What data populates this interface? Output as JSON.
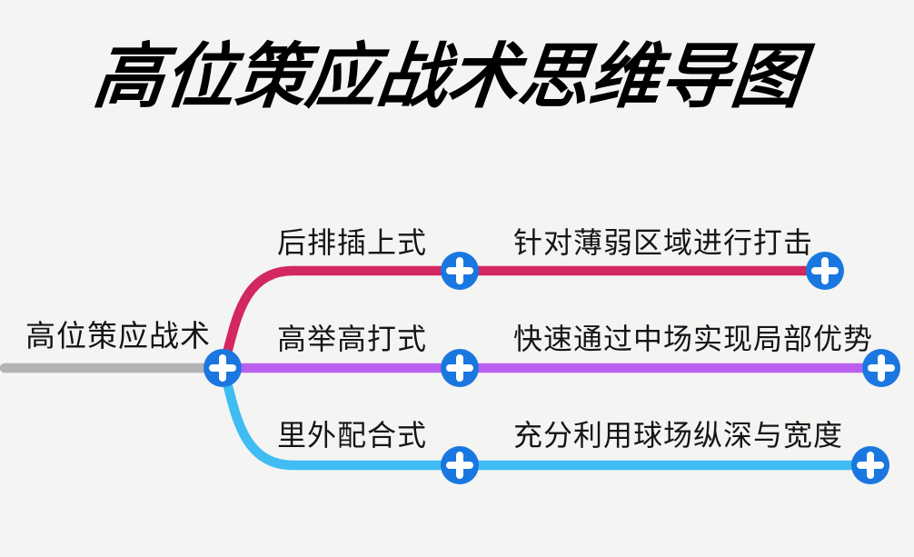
{
  "title": "高位策应战术思维导图",
  "colors": {
    "background": "#f4f4f2",
    "root_line": "#b3b3b3",
    "branch1": "#d22760",
    "branch2": "#bb5fee",
    "branch3": "#3fbdf3",
    "node_button": "#1a77e0",
    "plus": "#ffffff"
  },
  "mindmap": {
    "root": {
      "label": "高位策应战术"
    },
    "branches": [
      {
        "label": "后排插上式",
        "child": "针对薄弱区域进行打击"
      },
      {
        "label": "高举高打式",
        "child": "快速通过中场实现局部优势"
      },
      {
        "label": "里外配合式",
        "child": "充分利用球场纵深与宽度"
      }
    ]
  }
}
